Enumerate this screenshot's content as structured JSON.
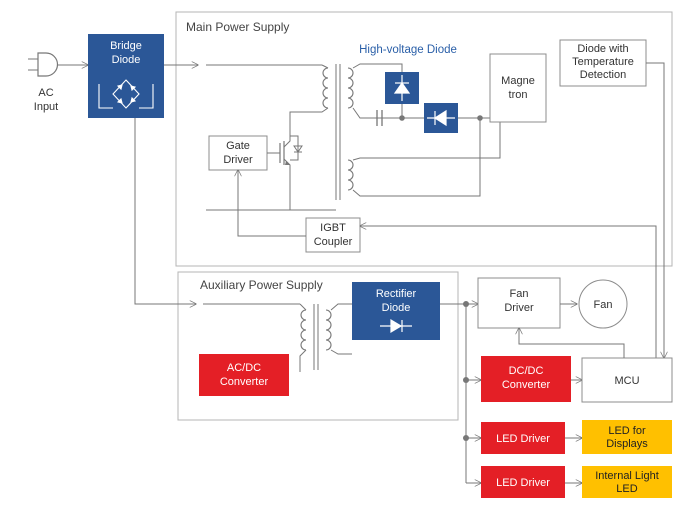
{
  "labels": {
    "ac_input_1": "AC",
    "ac_input_2": "Input",
    "bridge_diode_1": "Bridge",
    "bridge_diode_2": "Diode",
    "main_power_supply": "Main  Power Supply",
    "high_voltage_diode": "High-voltage Diode",
    "magnetron_1": "Magne",
    "magnetron_2": "tron",
    "temp_diode_1": "Diode with",
    "temp_diode_2": "Temperature",
    "temp_diode_3": "Detection",
    "gate_driver_1": "Gate",
    "gate_driver_2": "Driver",
    "igbt_coupler_1": "IGBT",
    "igbt_coupler_2": "Coupler",
    "aux_power_supply": "Auxiliary  Power Supply",
    "rectifier_diode_1": "Rectifier",
    "rectifier_diode_2": "Diode",
    "acdc_1": "AC/DC",
    "acdc_2": "Converter",
    "fan_driver_1": "Fan",
    "fan_driver_2": "Driver",
    "fan": "Fan",
    "dcdc_1": "DC/DC",
    "dcdc_2": "Converter",
    "mcu": "MCU",
    "led_driver_1": "LED Driver",
    "led_driver_2": "LED Driver",
    "led_displays_1": "LED  for",
    "led_displays_2": "Displays",
    "internal_light_1": "Internal Light",
    "internal_light_2": "LED"
  },
  "colors": {
    "blue_block": "#2b5797",
    "red_block": "#e41f26",
    "yellow_block": "#ffc000",
    "section_title_blue": "#2a5fa8"
  },
  "icons": [
    "ac-plug-icon",
    "bridge-rectifier-icon",
    "diode-icon",
    "igbt-icon",
    "capacitor-icon",
    "transformer-coil-icon"
  ]
}
